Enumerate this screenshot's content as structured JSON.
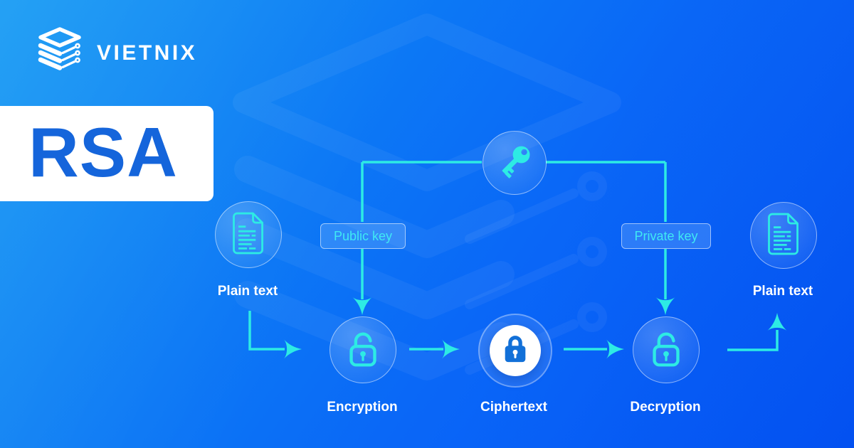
{
  "brand": {
    "name": "VIETNIX",
    "logo_icon": "vietnix-stack-logo"
  },
  "title": "RSA",
  "flow": {
    "public_key_label": "Public key",
    "private_key_label": "Private key",
    "nodes": [
      {
        "id": "plain-text-left",
        "label": "Plain text",
        "icon": "document-icon"
      },
      {
        "id": "encryption",
        "label": "Encryption",
        "icon": "unlock-icon"
      },
      {
        "id": "ciphertext",
        "label": "Ciphertext",
        "icon": "lock-icon"
      },
      {
        "id": "decryption",
        "label": "Decryption",
        "icon": "unlock-icon"
      },
      {
        "id": "plain-text-right",
        "label": "Plain text",
        "icon": "document-icon"
      }
    ],
    "key_node_icon": "key-icon"
  },
  "colors": {
    "background_top_left": "#14A0F2",
    "background_mid": "#0B6EF7",
    "background_bottom_right": "#0356FB",
    "accent_cyan": "#2DEBE4",
    "tag_text_cyan": "#3FE9F3",
    "rsa_blue": "#1565DB",
    "ciphertext_lock_blue": "#1270D8",
    "text_white": "#FFFFFF"
  }
}
